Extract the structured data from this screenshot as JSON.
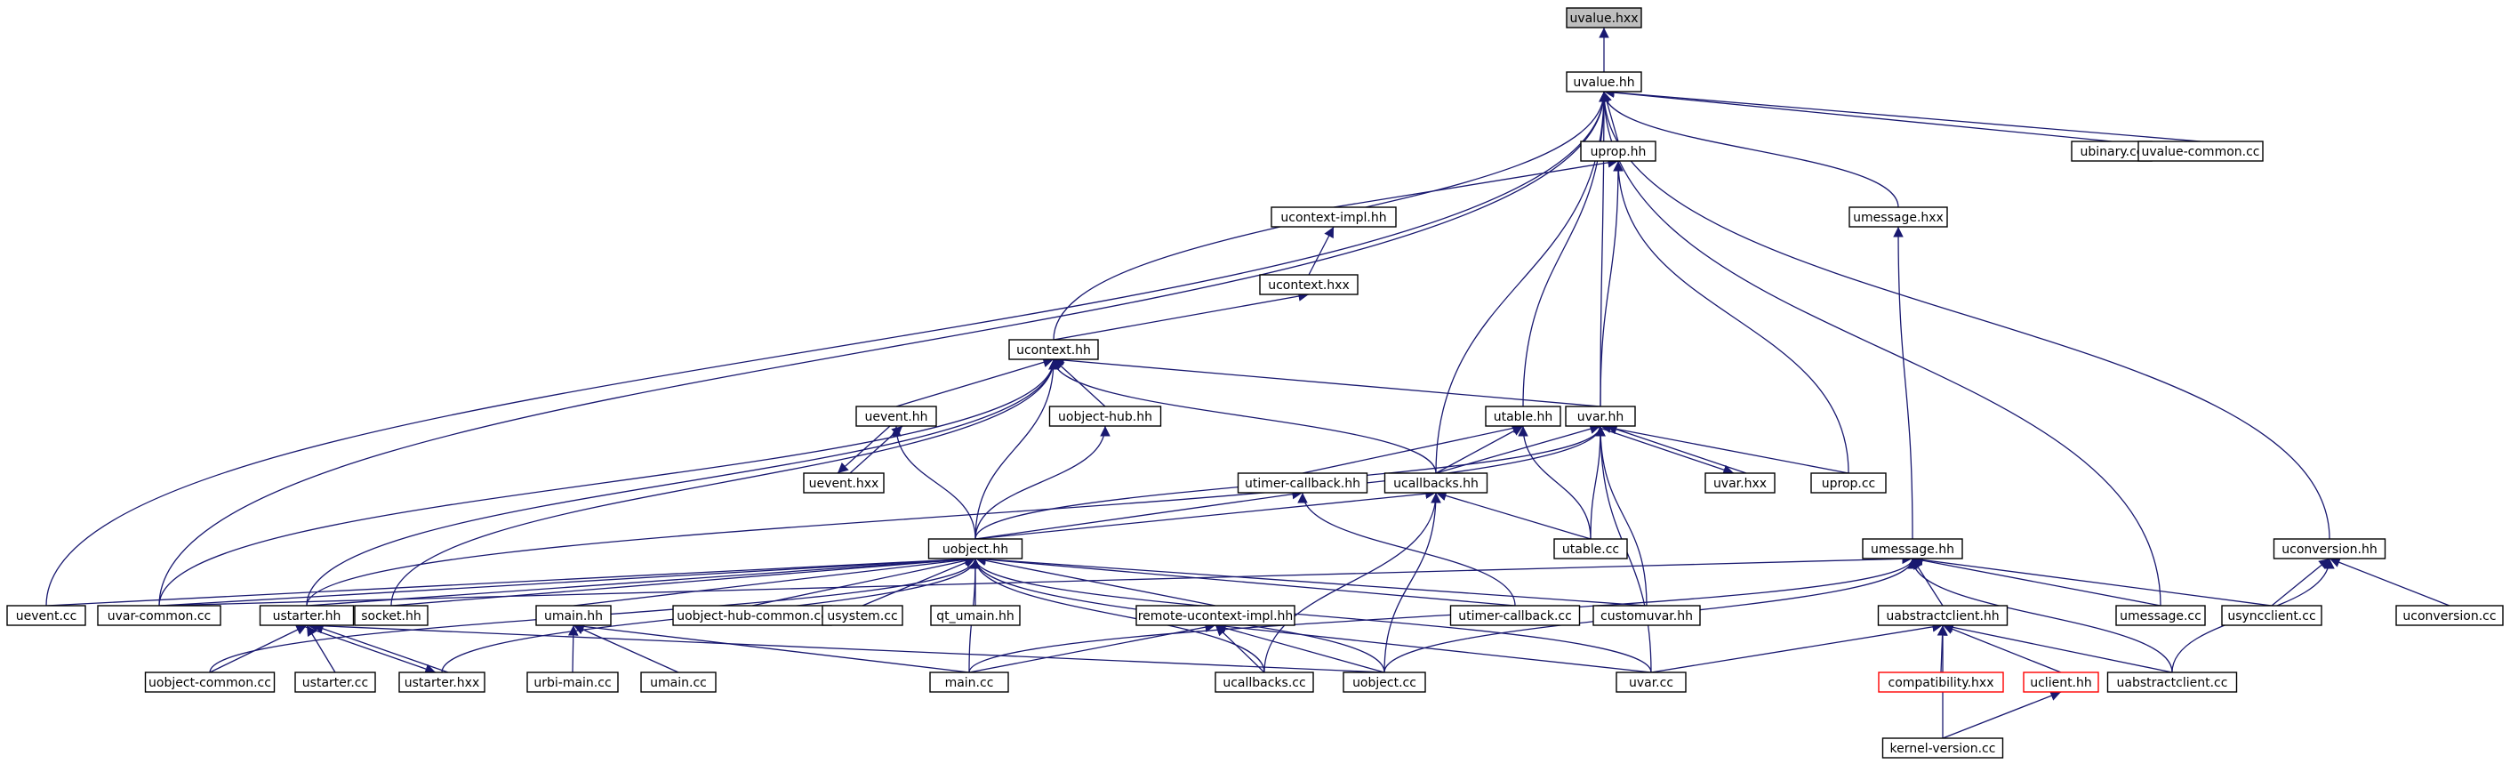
{
  "graph": {
    "edge_color": "#191970",
    "current_fill": "#bfbfbf",
    "missing_border": "#ff0000",
    "nodes": [
      {
        "id": "uvalue_hxx",
        "label": "uvalue.hxx",
        "kind": "current"
      },
      {
        "id": "uvalue_hh",
        "label": "uvalue.hh"
      },
      {
        "id": "uprop_hh",
        "label": "uprop.hh"
      },
      {
        "id": "ubinary_cc",
        "label": "ubinary.cc"
      },
      {
        "id": "uvalue_common_cc",
        "label": "uvalue-common.cc"
      },
      {
        "id": "ucontext_impl_hh",
        "label": "ucontext-impl.hh"
      },
      {
        "id": "umessage_hxx",
        "label": "umessage.hxx"
      },
      {
        "id": "ucontext_hxx",
        "label": "ucontext.hxx"
      },
      {
        "id": "ucontext_hh",
        "label": "ucontext.hh"
      },
      {
        "id": "uevent_hh",
        "label": "uevent.hh"
      },
      {
        "id": "uobject_hub_hh",
        "label": "uobject-hub.hh"
      },
      {
        "id": "utable_hh",
        "label": "utable.hh"
      },
      {
        "id": "uvar_hh",
        "label": "uvar.hh"
      },
      {
        "id": "uevent_hxx",
        "label": "uevent.hxx"
      },
      {
        "id": "utimer_callback_hh",
        "label": "utimer-callback.hh"
      },
      {
        "id": "ucallbacks_hh",
        "label": "ucallbacks.hh"
      },
      {
        "id": "uvar_hxx",
        "label": "uvar.hxx"
      },
      {
        "id": "uprop_cc",
        "label": "uprop.cc"
      },
      {
        "id": "uobject_hh",
        "label": "uobject.hh"
      },
      {
        "id": "utable_cc",
        "label": "utable.cc"
      },
      {
        "id": "umessage_hh",
        "label": "umessage.hh"
      },
      {
        "id": "uconversion_hh",
        "label": "uconversion.hh"
      },
      {
        "id": "uevent_cc",
        "label": "uevent.cc"
      },
      {
        "id": "uvar_common_cc",
        "label": "uvar-common.cc"
      },
      {
        "id": "ustarter_hh",
        "label": "ustarter.hh"
      },
      {
        "id": "socket_hh",
        "label": "socket.hh"
      },
      {
        "id": "umain_hh",
        "label": "umain.hh"
      },
      {
        "id": "uobject_hub_common_cc",
        "label": "uobject-hub-common.cc"
      },
      {
        "id": "usystem_cc",
        "label": "usystem.cc"
      },
      {
        "id": "qt_umain_hh",
        "label": "qt_umain.hh"
      },
      {
        "id": "remote_ucontext_impl_hh",
        "label": "remote-ucontext-impl.hh"
      },
      {
        "id": "utimer_callback_cc",
        "label": "utimer-callback.cc"
      },
      {
        "id": "customuvar_hh",
        "label": "customuvar.hh"
      },
      {
        "id": "uabstractclient_hh",
        "label": "uabstractclient.hh"
      },
      {
        "id": "umessage_cc",
        "label": "umessage.cc"
      },
      {
        "id": "usyncclient_cc",
        "label": "usyncclient.cc"
      },
      {
        "id": "uconversion_cc",
        "label": "uconversion.cc"
      },
      {
        "id": "uobject_common_cc",
        "label": "uobject-common.cc"
      },
      {
        "id": "ustarter_cc",
        "label": "ustarter.cc"
      },
      {
        "id": "ustarter_hxx",
        "label": "ustarter.hxx"
      },
      {
        "id": "urbi_main_cc",
        "label": "urbi-main.cc"
      },
      {
        "id": "umain_cc",
        "label": "umain.cc"
      },
      {
        "id": "main_cc",
        "label": "main.cc"
      },
      {
        "id": "ucallbacks_cc",
        "label": "ucallbacks.cc"
      },
      {
        "id": "uobject_cc",
        "label": "uobject.cc"
      },
      {
        "id": "uvar_cc",
        "label": "uvar.cc"
      },
      {
        "id": "compatibility_hxx",
        "label": "compatibility.hxx",
        "kind": "missing"
      },
      {
        "id": "uclient_hh",
        "label": "uclient.hh",
        "kind": "missing"
      },
      {
        "id": "uabstractclient_cc",
        "label": "uabstractclient.cc"
      },
      {
        "id": "kernel_version_cc",
        "label": "kernel-version.cc"
      }
    ],
    "edges": [
      [
        "uvalue_hh",
        "uvalue_hxx"
      ],
      [
        "uprop_hh",
        "uvalue_hh"
      ],
      [
        "ubinary_cc",
        "uvalue_hh"
      ],
      [
        "uvalue_common_cc",
        "uvalue_hh"
      ],
      [
        "umessage_hxx",
        "uvalue_hh"
      ],
      [
        "ucontext_hh",
        "uvalue_hh"
      ],
      [
        "utable_hh",
        "uvalue_hh"
      ],
      [
        "uvar_hh",
        "uvalue_hh"
      ],
      [
        "ucallbacks_hh",
        "uvalue_hh"
      ],
      [
        "uevent_cc",
        "uvalue_hh"
      ],
      [
        "uvar_common_cc",
        "uvalue_hh"
      ],
      [
        "umessage_cc",
        "uvalue_hh"
      ],
      [
        "uconversion_hh",
        "uvalue_hh"
      ],
      [
        "ucontext_impl_hh",
        "uprop_hh"
      ],
      [
        "uvar_hh",
        "uprop_hh"
      ],
      [
        "uprop_cc",
        "uprop_hh"
      ],
      [
        "ucontext_hxx",
        "ucontext_impl_hh"
      ],
      [
        "ucontext_hh",
        "ucontext_hxx"
      ],
      [
        "umessage_hh",
        "umessage_hxx"
      ],
      [
        "uevent_hh",
        "ucontext_hh"
      ],
      [
        "uobject_hub_hh",
        "ucontext_hh"
      ],
      [
        "uvar_hh",
        "ucontext_hh"
      ],
      [
        "ucallbacks_hh",
        "ucontext_hh"
      ],
      [
        "uobject_hh",
        "ucontext_hh"
      ],
      [
        "uvar_common_cc",
        "ucontext_hh"
      ],
      [
        "ustarter_hh",
        "ucontext_hh"
      ],
      [
        "socket_hh",
        "ucontext_hh"
      ],
      [
        "uevent_hxx",
        "uevent_hh"
      ],
      [
        "uevent_hh",
        "uevent_hxx"
      ],
      [
        "uobject_hh",
        "uevent_hh"
      ],
      [
        "uobject_hh",
        "uobject_hub_hh"
      ],
      [
        "ucallbacks_hh",
        "utable_hh"
      ],
      [
        "utimer_callback_hh",
        "utable_hh"
      ],
      [
        "utable_cc",
        "utable_hh"
      ],
      [
        "uvar_hxx",
        "uvar_hh"
      ],
      [
        "uvar_hh",
        "uvar_hxx"
      ],
      [
        "ucallbacks_hh",
        "uvar_hh"
      ],
      [
        "uprop_cc",
        "uvar_hh"
      ],
      [
        "utable_cc",
        "uvar_hh"
      ],
      [
        "customuvar_hh",
        "uvar_hh"
      ],
      [
        "uobject_hh",
        "uvar_hh"
      ],
      [
        "uvar_cc",
        "uvar_hh"
      ],
      [
        "ustarter_hh",
        "uvar_hh"
      ],
      [
        "uobject_hh",
        "utimer_callback_hh"
      ],
      [
        "utimer_callback_cc",
        "utimer_callback_hh"
      ],
      [
        "uobject_hh",
        "ucallbacks_hh"
      ],
      [
        "ucallbacks_cc",
        "ucallbacks_hh"
      ],
      [
        "utable_cc",
        "ucallbacks_hh"
      ],
      [
        "uobject_cc",
        "ucallbacks_hh"
      ],
      [
        "uevent_cc",
        "uobject_hh"
      ],
      [
        "uvar_common_cc",
        "uobject_hh"
      ],
      [
        "ustarter_hh",
        "uobject_hh"
      ],
      [
        "socket_hh",
        "uobject_hh"
      ],
      [
        "umain_hh",
        "uobject_hh"
      ],
      [
        "uobject_hub_common_cc",
        "uobject_hh"
      ],
      [
        "usystem_cc",
        "uobject_hh"
      ],
      [
        "qt_umain_hh",
        "uobject_hh"
      ],
      [
        "remote_ucontext_impl_hh",
        "uobject_hh"
      ],
      [
        "utimer_callback_cc",
        "uobject_hh"
      ],
      [
        "customuvar_hh",
        "uobject_hh"
      ],
      [
        "uobject_common_cc",
        "uobject_hh"
      ],
      [
        "ustarter_hxx",
        "uobject_hh"
      ],
      [
        "main_cc",
        "uobject_hh"
      ],
      [
        "ucallbacks_cc",
        "uobject_hh"
      ],
      [
        "uobject_cc",
        "uobject_hh"
      ],
      [
        "uvar_cc",
        "uobject_hh"
      ],
      [
        "uabstractclient_hh",
        "umessage_hh"
      ],
      [
        "umessage_cc",
        "umessage_hh"
      ],
      [
        "usyncclient_cc",
        "umessage_hh"
      ],
      [
        "uabstractclient_cc",
        "umessage_hh"
      ],
      [
        "main_cc",
        "umessage_hh"
      ],
      [
        "uobject_cc",
        "umessage_hh"
      ],
      [
        "uvar_common_cc",
        "umessage_hh"
      ],
      [
        "usyncclient_cc",
        "uconversion_hh"
      ],
      [
        "uconversion_cc",
        "uconversion_hh"
      ],
      [
        "uabstractclient_cc",
        "uconversion_hh"
      ],
      [
        "uobject_common_cc",
        "ustarter_hh"
      ],
      [
        "ustarter_cc",
        "ustarter_hh"
      ],
      [
        "ustarter_hxx",
        "ustarter_hh"
      ],
      [
        "ustarter_hh",
        "ustarter_hxx"
      ],
      [
        "uobject_cc",
        "ustarter_hh"
      ],
      [
        "urbi_main_cc",
        "umain_hh"
      ],
      [
        "umain_cc",
        "umain_hh"
      ],
      [
        "main_cc",
        "umain_hh"
      ],
      [
        "main_cc",
        "remote_ucontext_impl_hh"
      ],
      [
        "ucallbacks_cc",
        "remote_ucontext_impl_hh"
      ],
      [
        "uobject_cc",
        "remote_ucontext_impl_hh"
      ],
      [
        "uvar_cc",
        "remote_ucontext_impl_hh"
      ],
      [
        "compatibility_hxx",
        "uabstractclient_hh"
      ],
      [
        "uclient_hh",
        "uabstractclient_hh"
      ],
      [
        "uabstractclient_cc",
        "uabstractclient_hh"
      ],
      [
        "kernel_version_cc",
        "uabstractclient_hh"
      ],
      [
        "uvar_cc",
        "uabstractclient_hh"
      ],
      [
        "kernel_version_cc",
        "uclient_hh"
      ]
    ]
  }
}
